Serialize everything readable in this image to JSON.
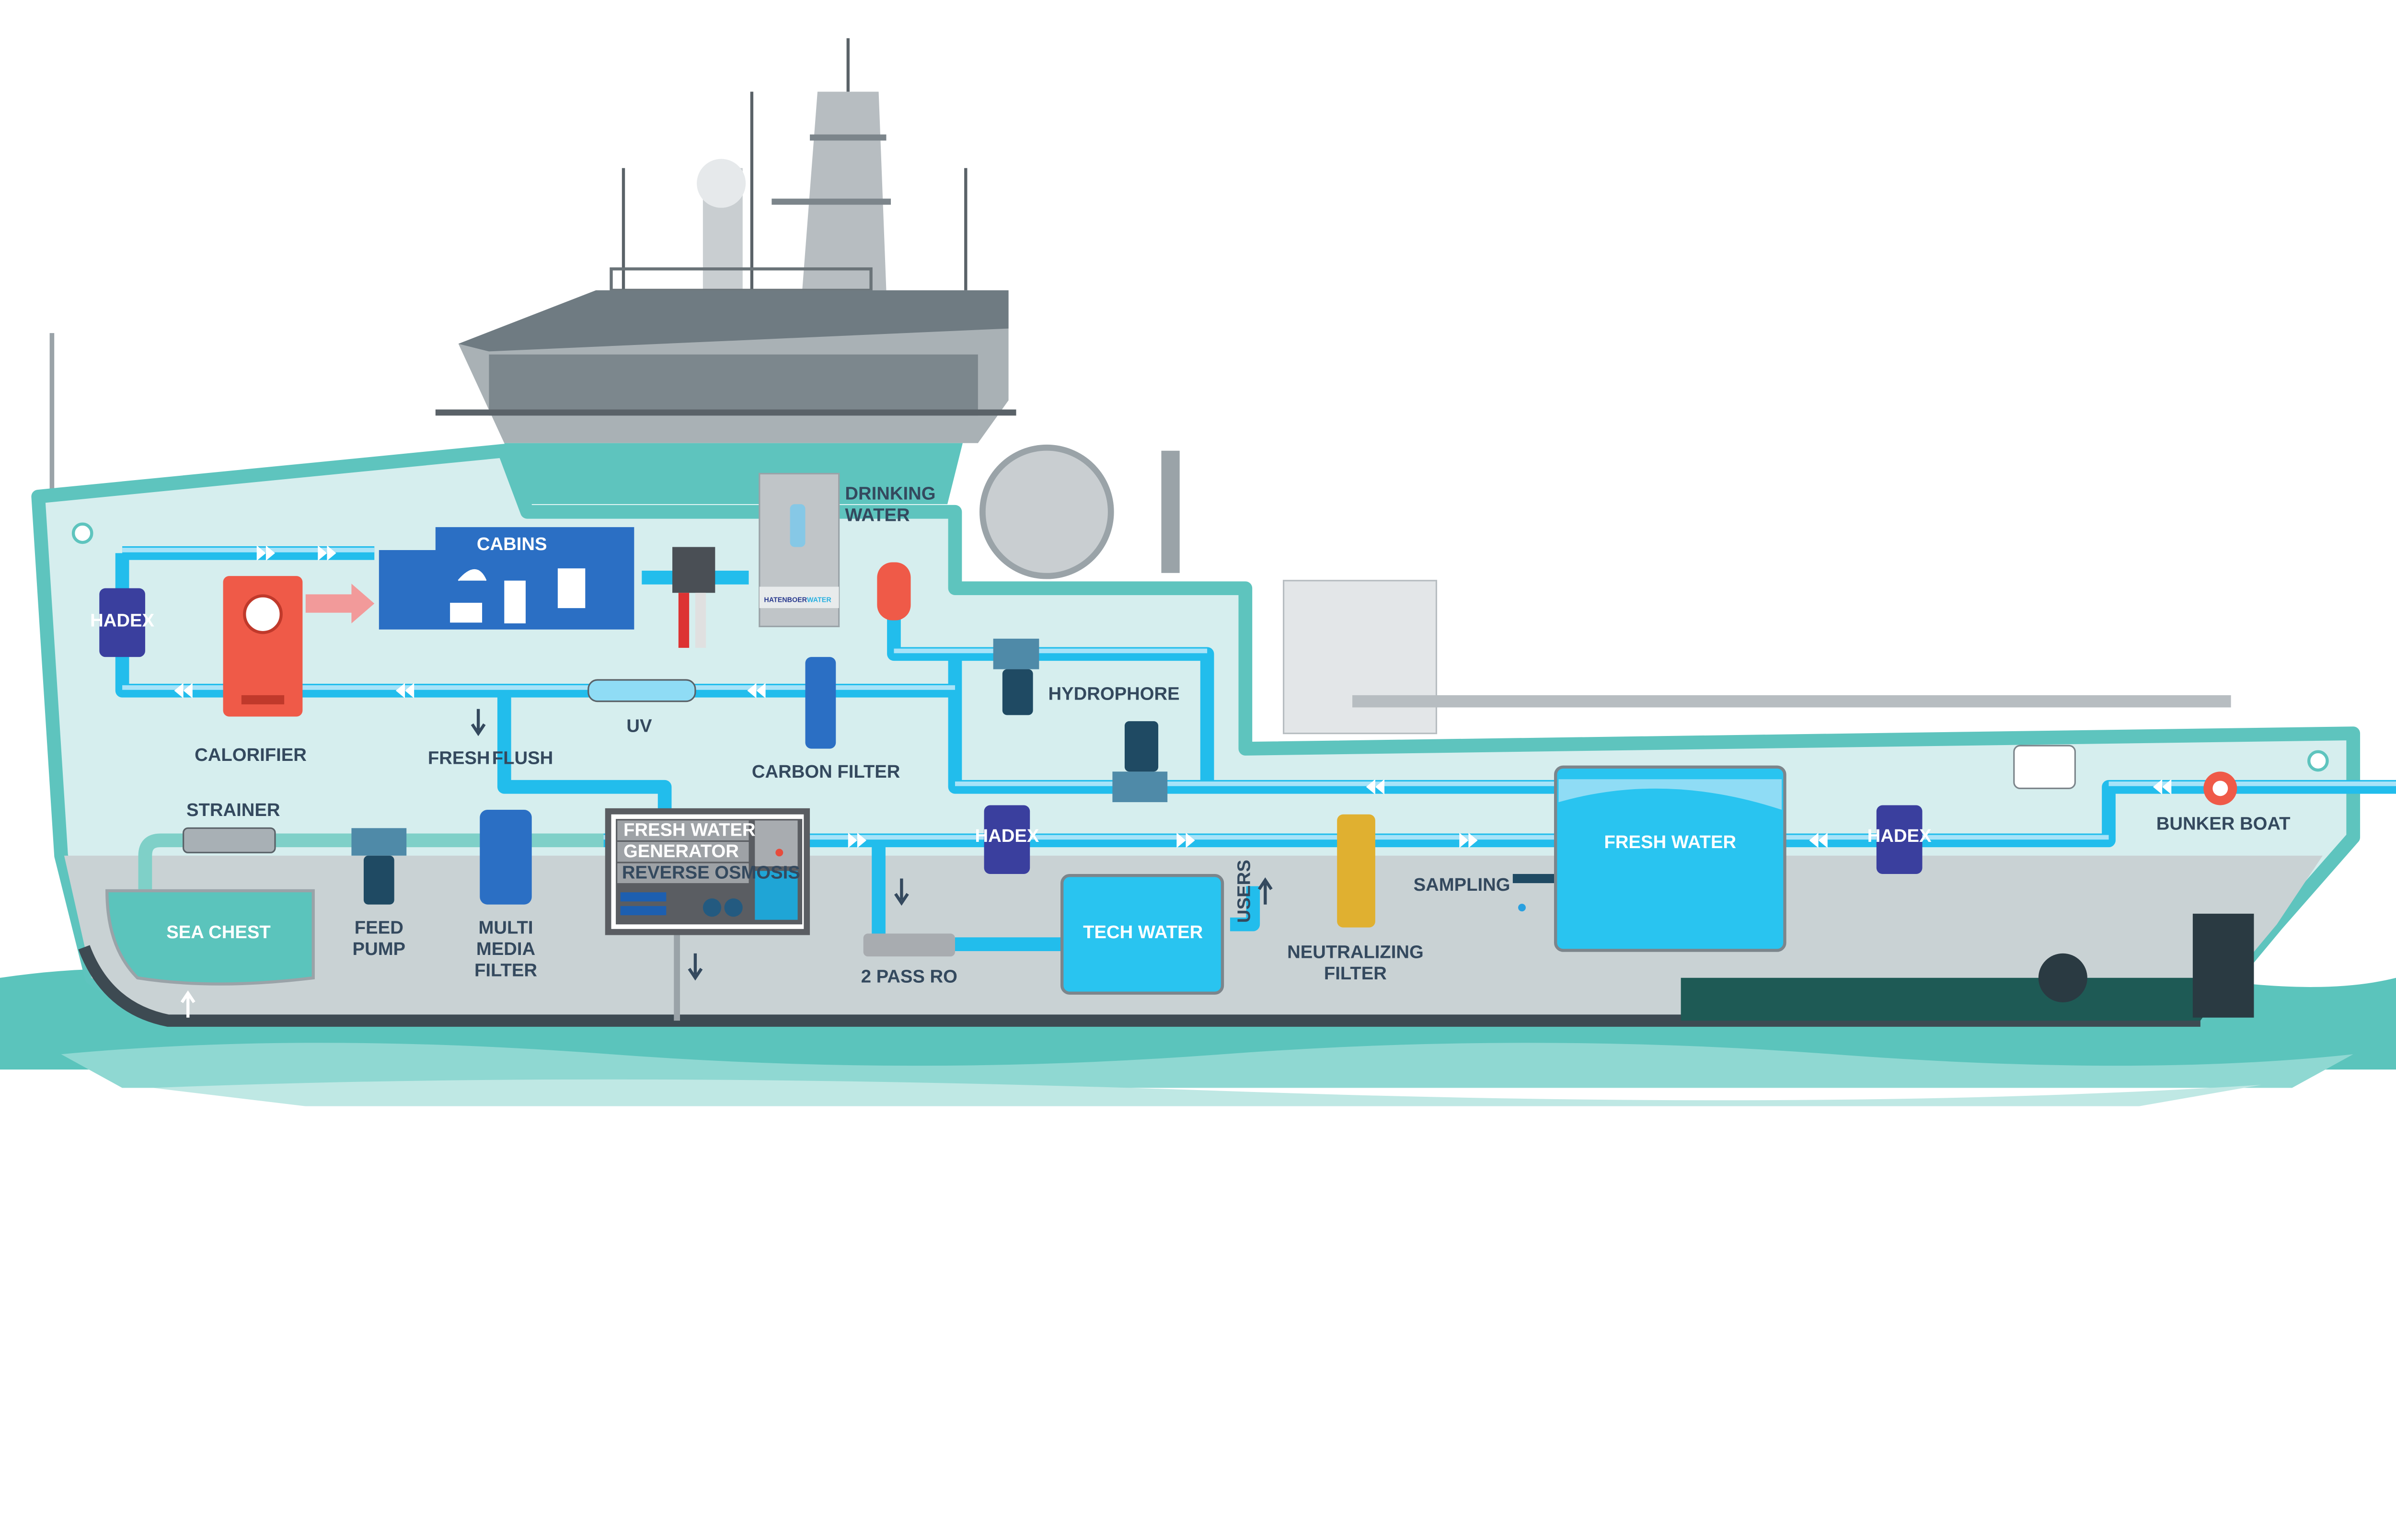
{
  "colors": {
    "sea": "#5bc4bc",
    "hull_outline": "#5ec4be",
    "hull_interior": "#d6eeee",
    "hull_lower": "#c9d2d4",
    "pipe": "#22bdec",
    "label_text": "#34495e",
    "tank": "#29c4f0",
    "hadex_can": "#3a3f9e",
    "calorifier": "#ef5a48"
  },
  "labels": {
    "cabins": "CABINS",
    "drinking_water_1": "DRINKING",
    "drinking_water_2": "WATER",
    "hatenboer_1": "HATENBOER",
    "hatenboer_2": "WATER",
    "hydrophore": "HYDROPHORE",
    "calorifier": "CALORIFIER",
    "fresh": "FRESH",
    "flush": "FLUSH",
    "uv": "UV",
    "carbon_filter": "CARBON FILTER",
    "strainer": "STRAINER",
    "sea_chest": "SEA CHEST",
    "feed_pump_1": "FEED",
    "feed_pump_2": "PUMP",
    "mmf_1": "MULTI",
    "mmf_2": "MEDIA",
    "mmf_3": "FILTER",
    "fwg_1": "FRESH WATER",
    "fwg_2": "GENERATOR",
    "fwg_3": "REVERSE OSMOSIS",
    "two_pass_ro": "2 PASS RO",
    "tech_water": "TECH WATER",
    "users": "USERS",
    "neutralizing_1": "NEUTRALIZING",
    "neutralizing_2": "FILTER",
    "sampling": "SAMPLING",
    "fresh_water_tank": "FRESH WATER",
    "bunker_boat": "BUNKER BOAT",
    "hadex": "HADEX"
  }
}
